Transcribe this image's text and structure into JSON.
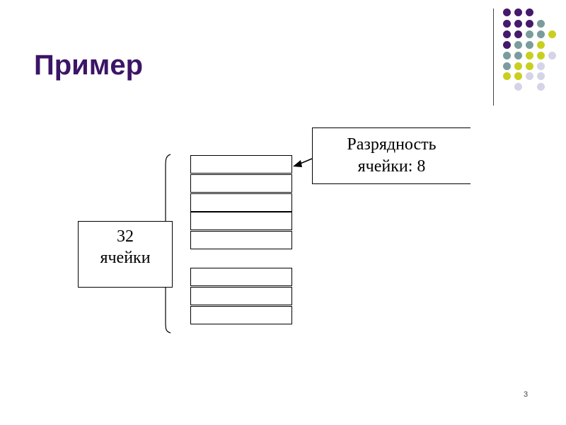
{
  "slide": {
    "title": "Пример",
    "page_number": "3"
  },
  "diagram": {
    "cells_label_line1": "32",
    "cells_label_line2": "ячейки",
    "width_label_line1": "Разрядность",
    "width_label_line2": "ячейки: 8"
  },
  "colors": {
    "title": "#3b1566",
    "purple": "#45196b",
    "teal": "#7a9c9c",
    "yellow": "#c9cf1f",
    "lavender": "#d4d4e6"
  }
}
